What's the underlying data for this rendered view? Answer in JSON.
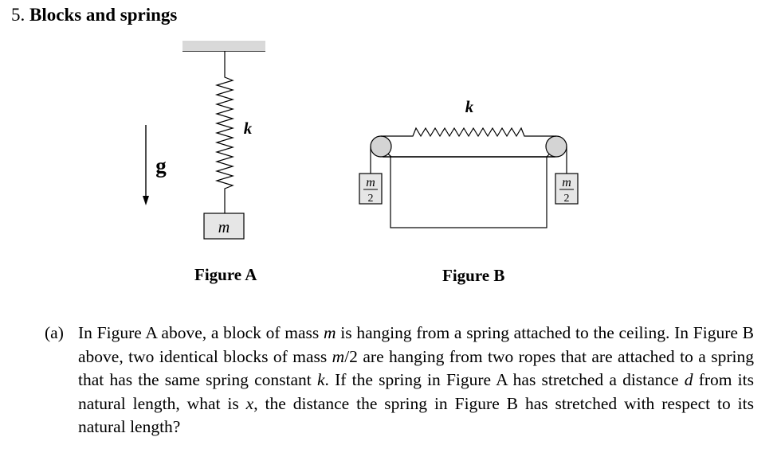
{
  "heading": {
    "number": "5.",
    "title": "Blocks and springs"
  },
  "figure_a": {
    "caption": "Figure A",
    "gravity_label": "g",
    "spring_label": "k",
    "mass_label": "m"
  },
  "figure_b": {
    "caption": "Figure B",
    "spring_label": "k",
    "left_mass": {
      "numerator": "m",
      "denominator": "2"
    },
    "right_mass": {
      "numerator": "m",
      "denominator": "2"
    }
  },
  "question": {
    "marker": "(a)",
    "parts": [
      {
        "t": "In Figure A above, a block of mass ",
        "i": false
      },
      {
        "t": "m",
        "i": true
      },
      {
        "t": " is hanging from a spring attached to the ceiling. In Figure B above, two identical blocks of mass ",
        "i": false
      },
      {
        "t": "m",
        "i": true
      },
      {
        "t": "/2 are hanging from two ropes that are attached to a spring that has the same spring constant ",
        "i": false
      },
      {
        "t": "k",
        "i": true
      },
      {
        "t": ". If the spring in Figure A has stretched a distance ",
        "i": false
      },
      {
        "t": "d",
        "i": true
      },
      {
        "t": " from its natural length, what is ",
        "i": false
      },
      {
        "t": "x",
        "i": true
      },
      {
        "t": ", the distance the spring in Figure B has stretched with respect to its natural length?",
        "i": false
      }
    ]
  }
}
